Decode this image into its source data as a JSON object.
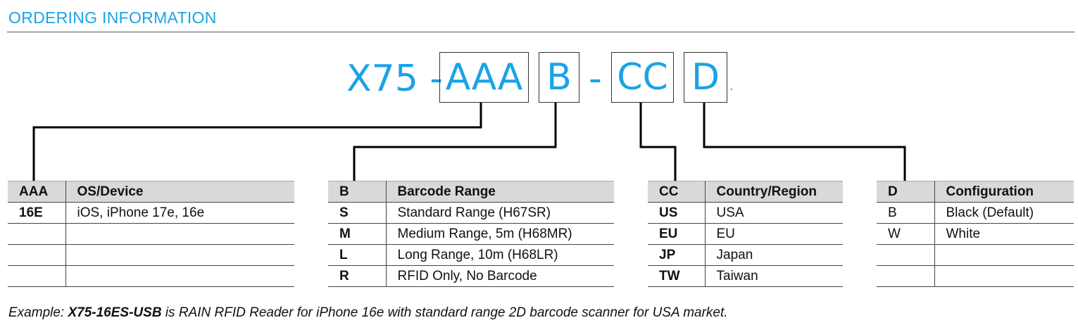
{
  "heading": "ORDERING INFORMATION",
  "part_number": {
    "prefix": "X75 -",
    "aaa": "AAA",
    "b": "B",
    "dash": "-",
    "cc": "CC",
    "d": "D",
    "dot": "."
  },
  "tables": {
    "aaa": {
      "headers": [
        "AAA",
        "OS/Device"
      ],
      "rows": [
        [
          "16E",
          "iOS, iPhone 17e, 16e"
        ],
        [
          "",
          ""
        ],
        [
          "",
          ""
        ],
        [
          "",
          ""
        ]
      ]
    },
    "b": {
      "headers": [
        "B",
        "Barcode Range"
      ],
      "rows": [
        [
          "S",
          "Standard Range (H67SR)"
        ],
        [
          "M",
          "Medium Range, 5m (H68MR)"
        ],
        [
          "L",
          "Long Range, 10m (H68LR)"
        ],
        [
          "R",
          "RFID Only, No Barcode"
        ]
      ]
    },
    "cc": {
      "headers": [
        "CC",
        "Country/Region"
      ],
      "rows": [
        [
          "US",
          "USA"
        ],
        [
          "EU",
          "EU"
        ],
        [
          "JP",
          "Japan"
        ],
        [
          "TW",
          "Taiwan"
        ]
      ]
    },
    "d": {
      "headers": [
        "D",
        "Configuration"
      ],
      "rows": [
        [
          "B",
          "Black (Default)"
        ],
        [
          "W",
          "White"
        ],
        [
          "",
          ""
        ],
        [
          "",
          ""
        ]
      ]
    }
  },
  "example": {
    "prefix": "Example: ",
    "code": "X75-16ES-USB",
    "suffix": " is RAIN RFID Reader for iPhone 16e with standard range 2D barcode scanner for USA market."
  }
}
